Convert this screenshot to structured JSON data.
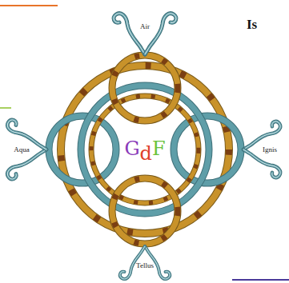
{
  "diagram": {
    "title": "Is",
    "labels": [
      "Air",
      "Aqua",
      "Ignis",
      "Tellus",
      "GdF"
    ]
  }
}
